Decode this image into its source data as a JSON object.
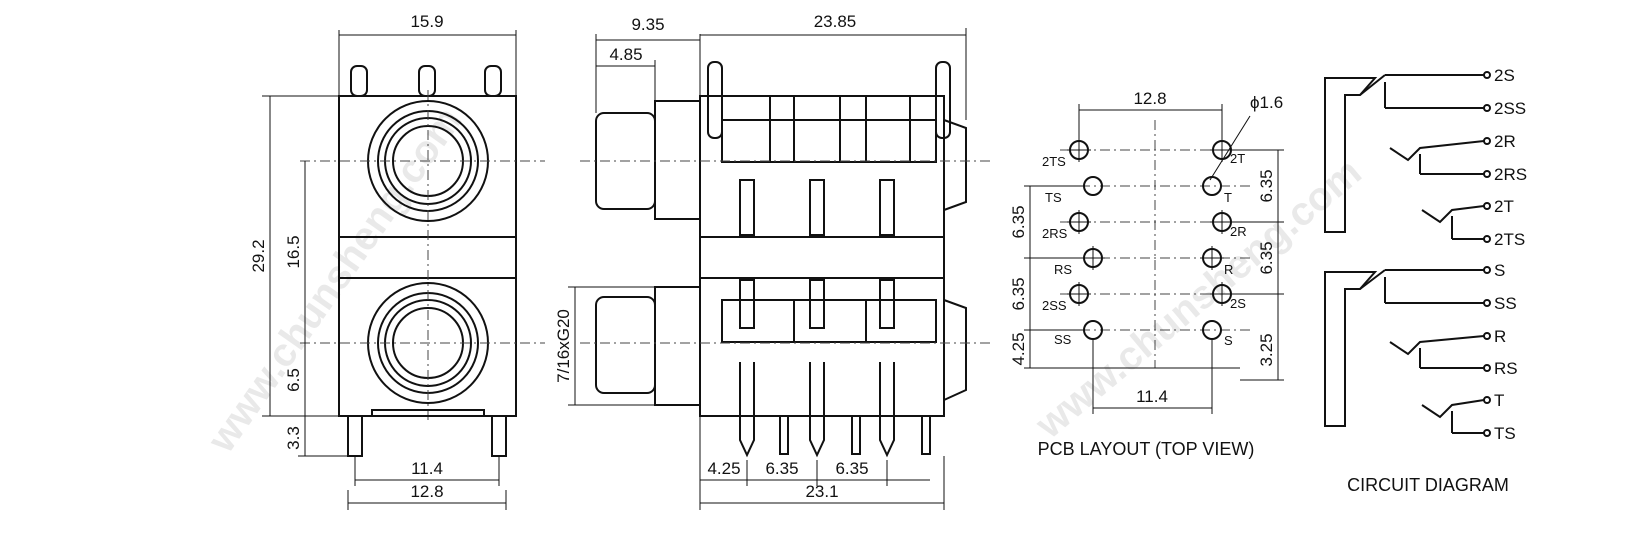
{
  "watermark": "www.chunsheng.com",
  "front_view": {
    "width": "15.9",
    "height": "29.2",
    "jack_pitch": "16.5",
    "lower_offset": "6.5",
    "pin_length": "3.3",
    "pin_span_inner": "11.4",
    "pin_span_outer": "12.8"
  },
  "side_view": {
    "total_depth": "9.35",
    "bushing_depth": "4.85",
    "body_length": "23.85",
    "thread": "7/16xG20",
    "pin_pitch_first": "4.25",
    "pin_pitch_a": "6.35",
    "pin_pitch_b": "6.35",
    "pin_span": "23.1"
  },
  "pcb_layout": {
    "caption": "PCB LAYOUT (TOP VIEW)",
    "col_span": "12.8",
    "hole_dia": "ϕ1.6",
    "bottom_span": "11.4",
    "left_dims": [
      "6.35",
      "6.35",
      "4.25"
    ],
    "right_dims": [
      "6.35",
      "6.35",
      "3.25"
    ],
    "left_pins": [
      "2TS",
      "TS",
      "2RS",
      "RS",
      "2SS",
      "SS"
    ],
    "right_pins": [
      "2T",
      "T",
      "2R",
      "R",
      "2S",
      "S"
    ]
  },
  "circuit": {
    "caption": "CIRCUIT DIAGRAM",
    "upper_terminals": [
      "2S",
      "2SS",
      "2R",
      "2RS",
      "2T",
      "2TS"
    ],
    "lower_terminals": [
      "S",
      "SS",
      "R",
      "RS",
      "T",
      "TS"
    ]
  }
}
